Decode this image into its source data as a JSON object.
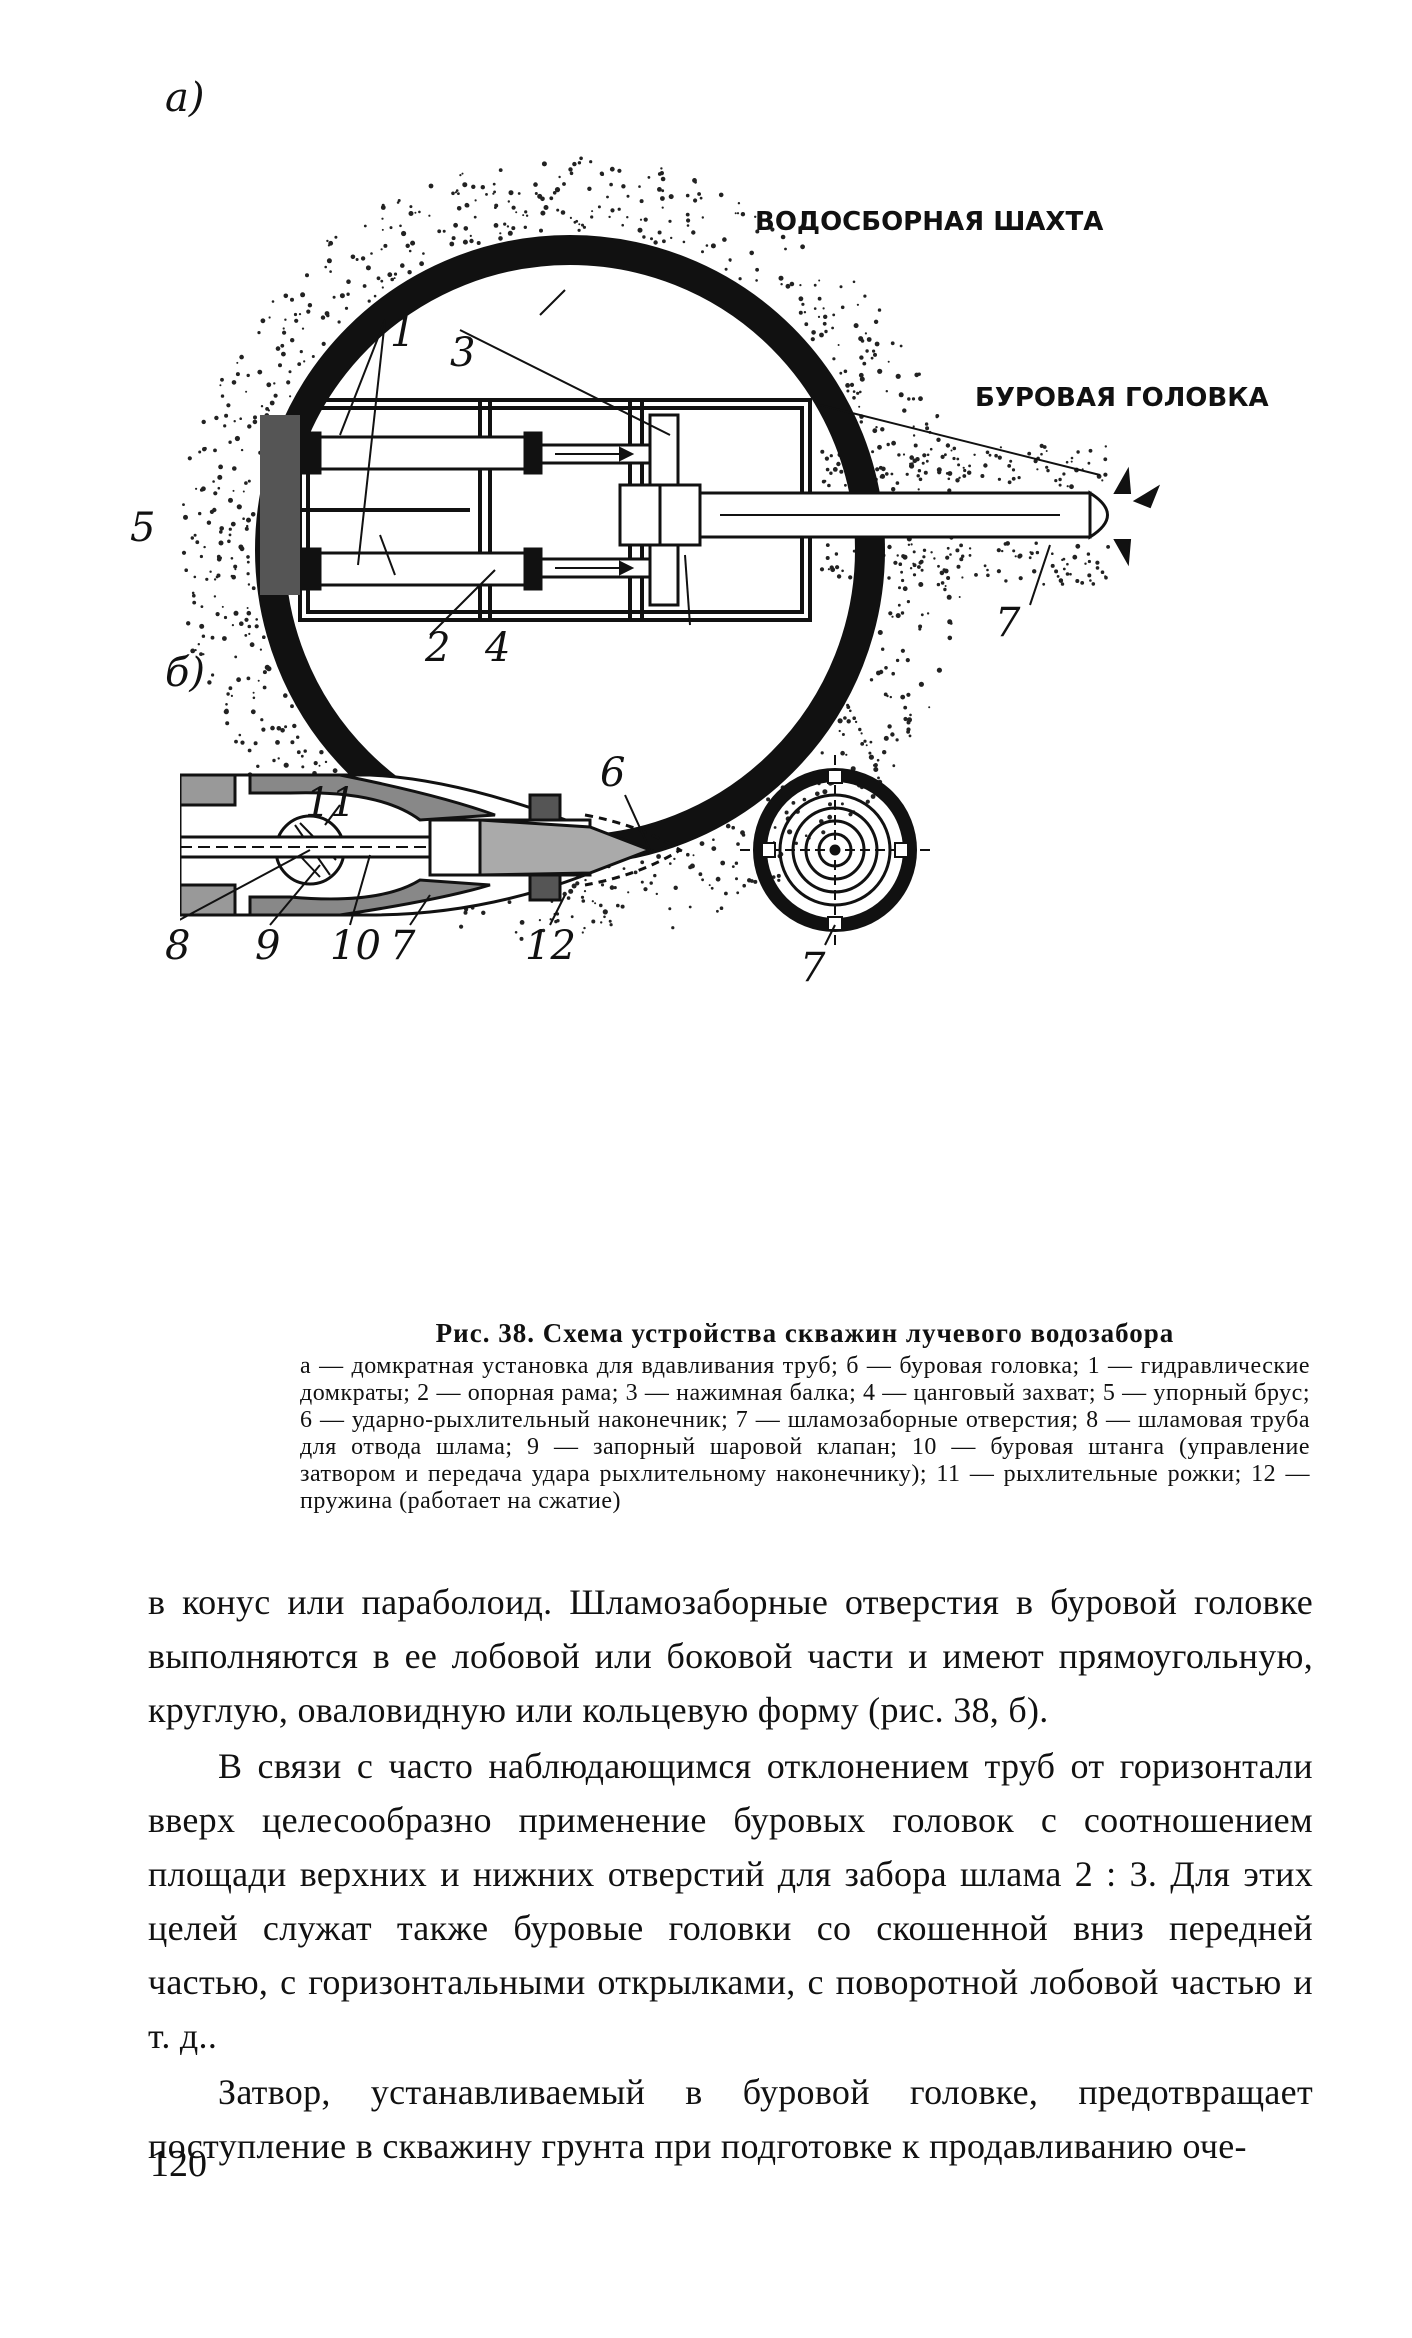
{
  "figure": {
    "panel_a_label": "а)",
    "panel_b_label": "б)",
    "callouts": {
      "shaft": "ВОДОСБОРНАЯ ШАХТА",
      "head": "БУРОВАЯ ГОЛОВКА"
    },
    "numbers_a": {
      "n1": "1",
      "n2": "2",
      "n3": "3",
      "n4": "4",
      "n5": "5",
      "n7": "7"
    },
    "numbers_b": {
      "n6": "6",
      "n11": "11",
      "n8": "8",
      "n9": "9",
      "n10": "10",
      "n7a": "7",
      "n12": "12",
      "n7b": "7"
    }
  },
  "caption": {
    "title": "Рис. 38. Схема устройства скважин лучевого водозабора",
    "text": "а — домкратная установка для вдавливания труб; б — буровая головка; 1 — гидравлические домкраты; 2 — опорная рама; 3 — нажимная балка; 4 — цанговый захват; 5 — упорный брус; 6 — ударно-рыхлительный наконечник; 7 — шламозаборные отверстия; 8 — шламовая труба для отвода шлама; 9 — запорный шаровой клапан; 10 — буровая штанга (управление затвором и передача удара рыхлительному наконечнику); 11 — рыхлительные рожки; 12 — пружина (работает на сжатие)"
  },
  "body": {
    "p1": "в конус или параболоид. Шламозаборные отверстия в буровой головке выполняются в ее лобовой или боковой части и имеют прямоугольную, круглую, оваловидную или кольцевую форму (рис. 38, б).",
    "p2": "В связи с часто наблюдающимся отклонением труб от горизонтали вверх целесообразно применение буровых головок с соотношением площади верхних и нижних отверстий для забора шлама 2 : 3. Для этих целей служат также буровые головки со скошенной вниз передней частью, с горизонтальными открылками, с поворотной лобовой частью и т. д..",
    "p3": "Затвор, устанавливаемый в буровой головке, предотвращает поступление в скважину грунта при подготовке к продавливанию оче-"
  },
  "page_number": "120"
}
